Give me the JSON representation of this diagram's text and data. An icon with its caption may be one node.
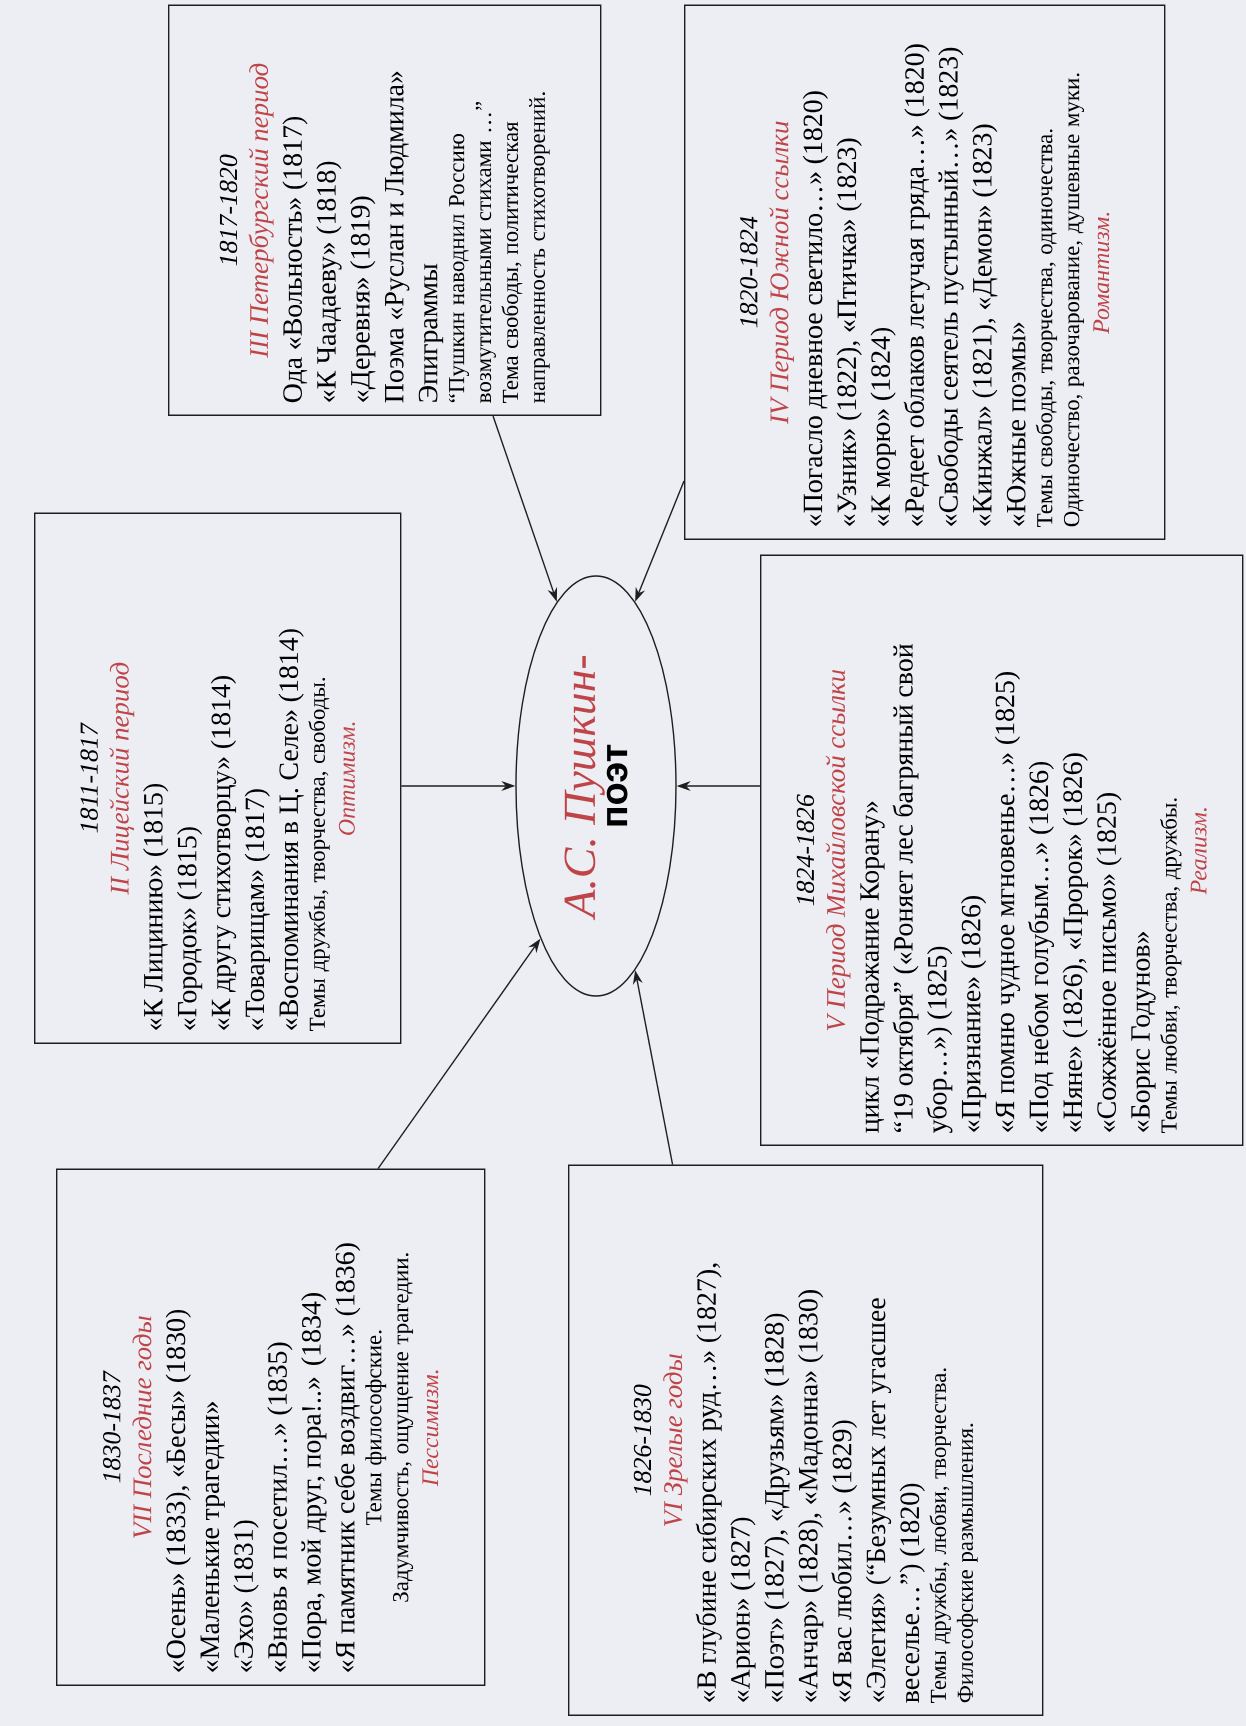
{
  "diagram": {
    "nodes": [
      {
        "text": [
          "1830-1837",
          "VII Последние годы",
          "«Осень» (1833), «Бесы» (1830)",
          "«Маленькие трагедии»",
          "«Эхо» (1831)",
          "«Вновь я посетил…» (1835)",
          "«Пора, мой друг, пора!..» (1834)",
          "«Я памятник себе воздвиг…» (1836)",
          "Темы философские.",
          "Задумчивость, ощущение трагедии.",
          "Пессимизм."
        ]
      },
      {
        "text": [
          "1811-1817",
          "II Лицейский период",
          "«К Лицинию» (1815)",
          "«Городок» (1815)",
          "«К другу стихотворцу» (1814)",
          "«Товарищам» (1817)",
          "«Воспоминания в Ц. Селе» (1814)",
          "Темы дружбы, творчества, свободы.",
          "Оптимизм."
        ]
      },
      {
        "text": [
          "1817-1820",
          "III Петербургский период",
          "Ода «Вольность» (1817)",
          "«К Чаадаеву» (1818)",
          "«Деревня» (1819)",
          "Поэма «Руслан и Людмила»",
          "Эпиграммы",
          "“Пушкин наводнил Россию возмутительными стихами …”",
          "Тема свободы, политическая направленность стихотворений."
        ]
      },
      {
        "text": [
          "А.С. Пушкин-",
          "поэт"
        ]
      },
      {
        "text": [
          "1826-1830",
          "VI Зрелые годы",
          "«В глубине сибирских руд…» (1827),",
          "«Арион» (1827)",
          "«Поэт» (1827), «Друзьям» (1828)",
          "«Анчар» (1828), «Мадонна» (1830)",
          "«Я вас любил…» (1829)",
          "«Элегия» (“Безумных лет угасшее веселье…”) (1820)",
          "Темы дружбы, любви, творчества.",
          "Философские размышления."
        ]
      },
      {
        "text": [
          "1824-1826",
          "V Период Михайловской ссылки",
          "цикл «Подражание Корану»",
          "“19 октября” («Роняет лес багряный свой убор…») (1825)",
          "«Признание» (1826)",
          "«Я помню чудное мгновенье…» (1825)",
          "«Под небом голубым…» (1826)",
          "«Няне» (1826), «Пророк» (1826)",
          "«Сожжённое письмо» (1825)",
          "«Борис Годунов»",
          "Темы любви, творчества, дружбы.",
          "Реализм."
        ]
      },
      {
        "text": [
          "1820-1824",
          "IV Период Южной ссылки",
          "«Погасло дневное светило…» (1820)",
          "«Узник» (1822), «Птичка» (1823)",
          "«К морю» (1824)",
          "«Редеет облаков летучая гряда…» (1820)",
          "«Свободы сеятель пустынный…» (1823)",
          "«Кинжал» (1821), «Демон» (1823)",
          "«Южные поэмы»",
          "Темы свободы, творчества, одиночества.",
          "Одиночество, разочарование, душевные муки.",
          "Романтизм."
        ]
      }
    ],
    "edges": [
      {
        "from": 0,
        "to": 3,
        "arrow": "to"
      },
      {
        "from": 1,
        "to": 3,
        "arrow": "to"
      },
      {
        "from": 2,
        "to": 3,
        "arrow": "to"
      },
      {
        "from": 4,
        "to": 3,
        "arrow": "to"
      },
      {
        "from": 5,
        "to": 3,
        "arrow": "to"
      },
      {
        "from": 6,
        "to": 3,
        "arrow": "to"
      }
    ]
  }
}
